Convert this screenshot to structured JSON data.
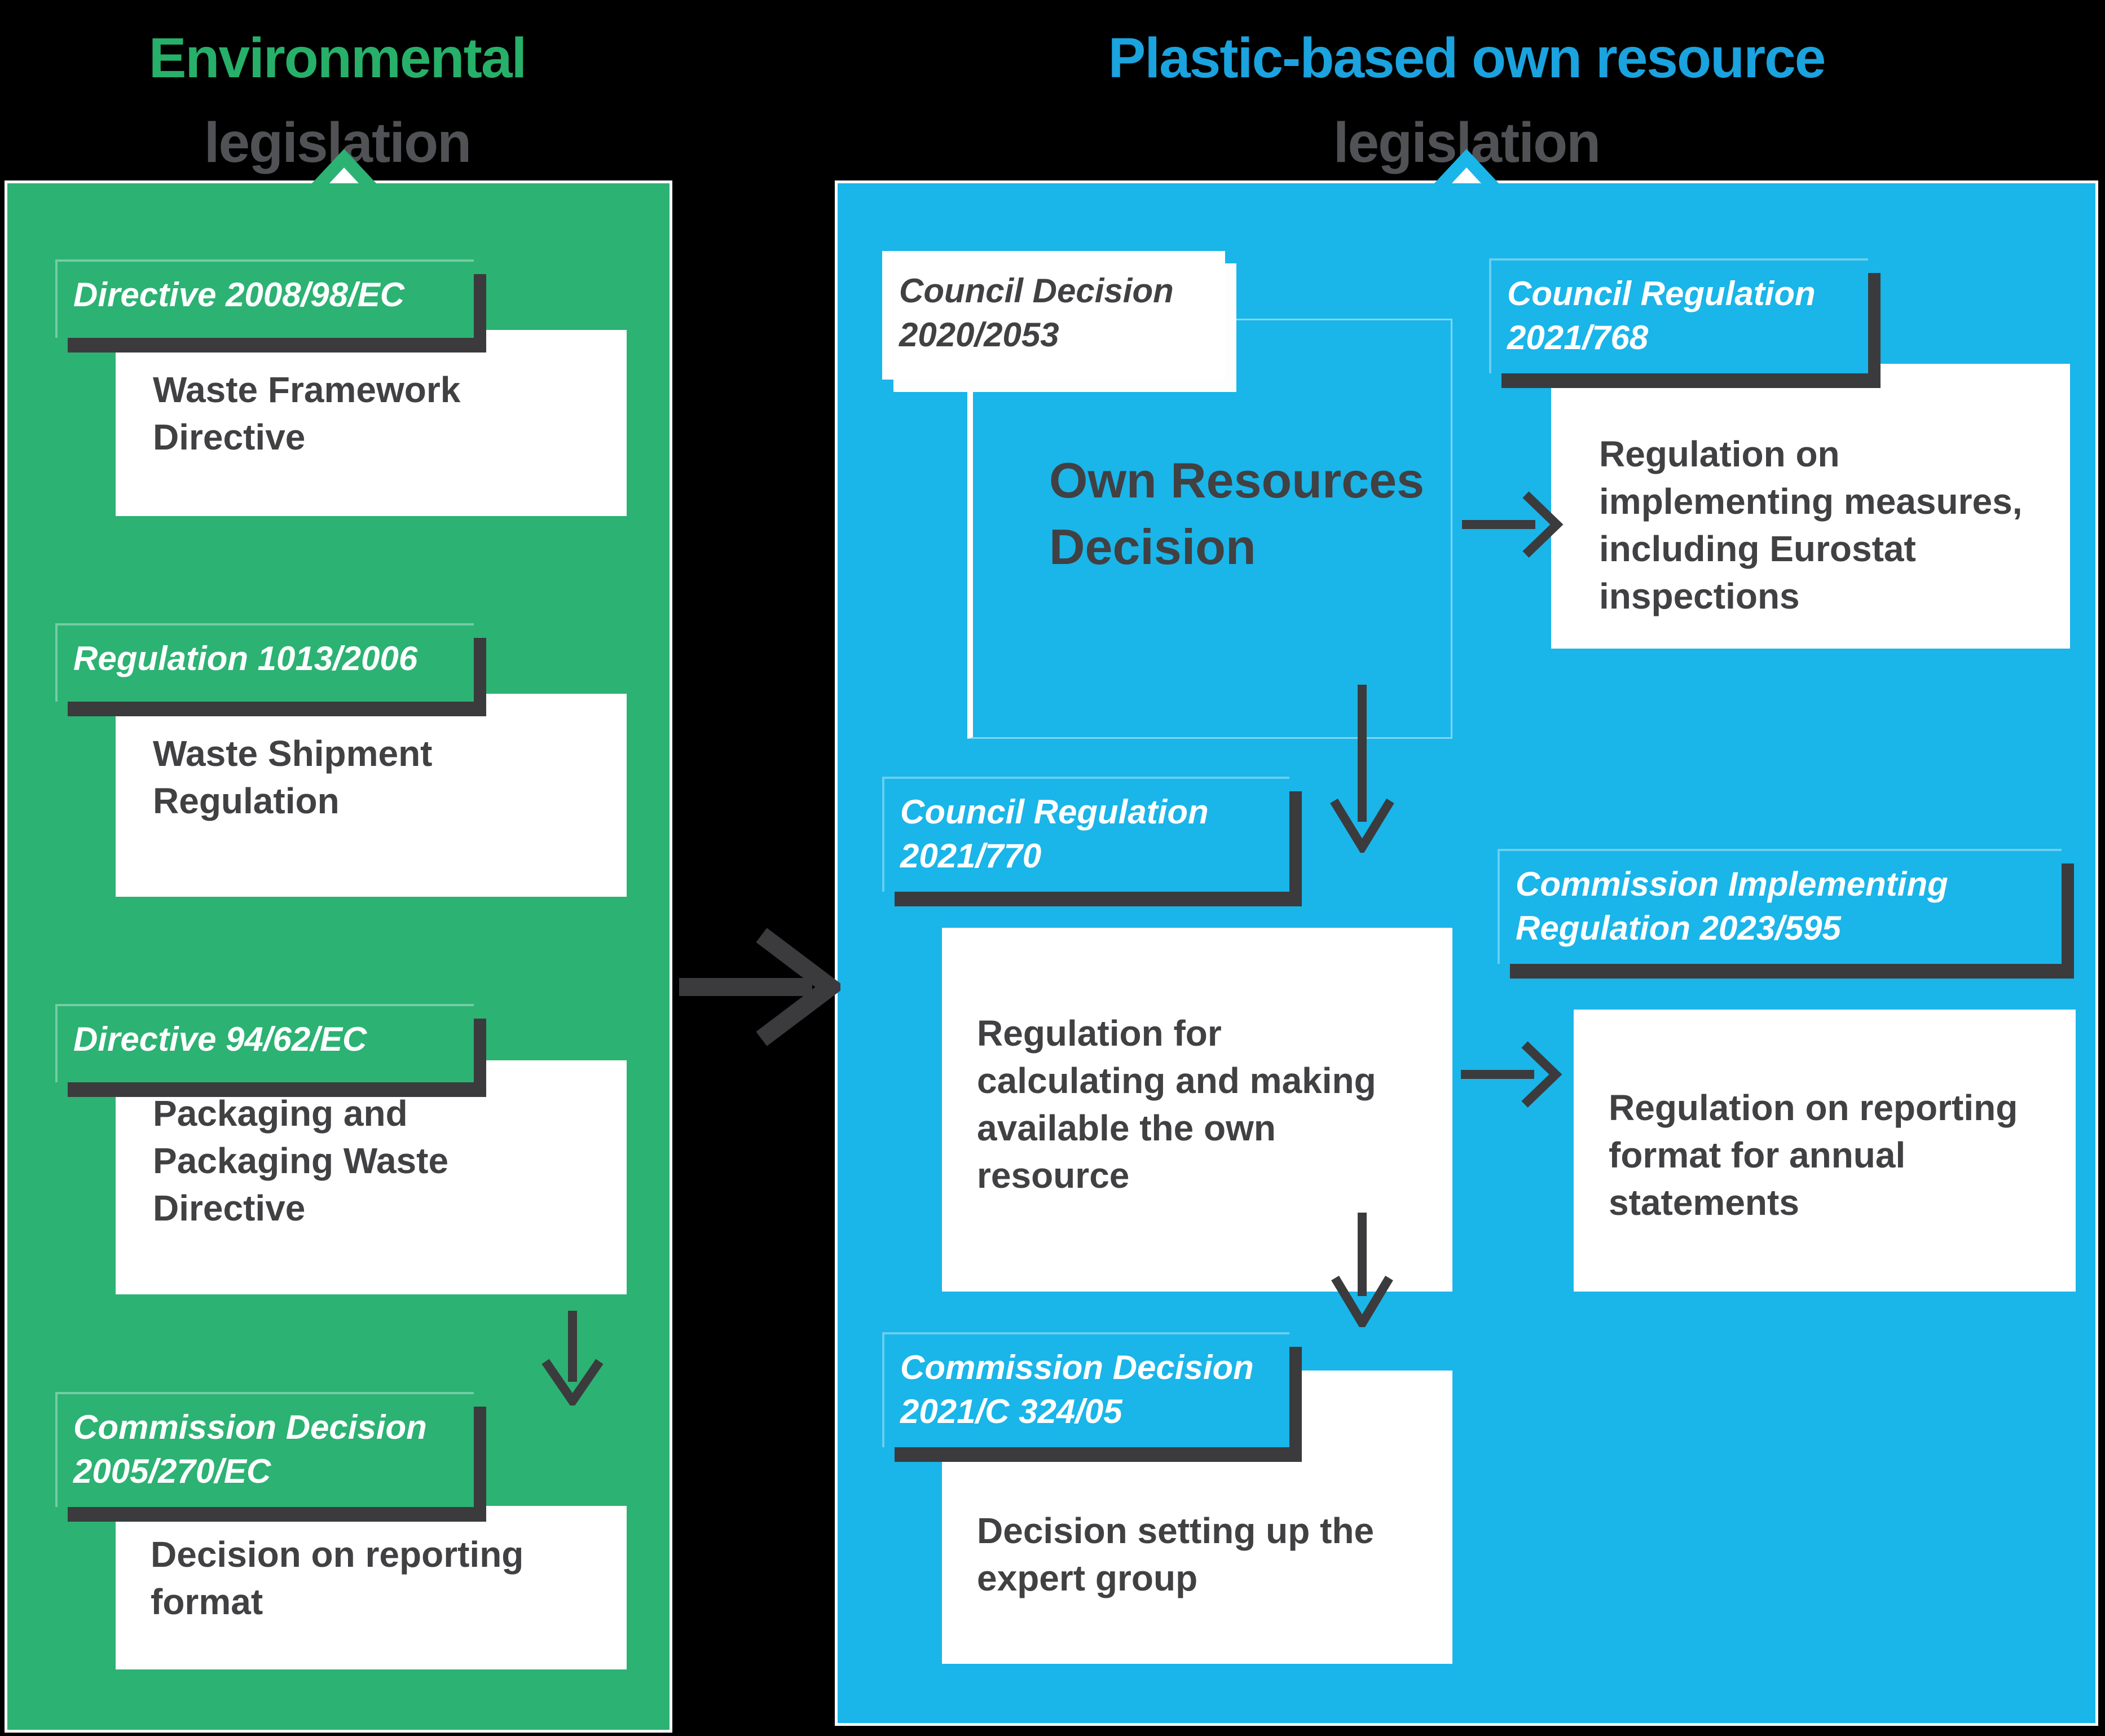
{
  "titles": {
    "left": {
      "line1": "Environmental",
      "line2": "legislation"
    },
    "right": {
      "line1": "Plastic-based own resource",
      "line2": "legislation"
    }
  },
  "colors": {
    "green_panel": "#2cb273",
    "green_title": "#27b069",
    "blue_panel": "#1ab5e9",
    "blue_title": "#1aa3de",
    "gray_title": "#515256",
    "shadow_and_arrows": "#3b3b3d",
    "body_text": "#414042",
    "white": "#ffffff"
  },
  "environmental": {
    "rows": [
      {
        "label": "Directive 2008/98/EC",
        "body": "Waste Framework\nDirective"
      },
      {
        "label": "Regulation 1013/2006",
        "body": "Waste Shipment\nRegulation"
      },
      {
        "label": "Directive 94/62/EC",
        "body": "Packaging and\nPackaging Waste\nDirective"
      },
      {
        "label": "Commission Decision\n2005/270/EC",
        "body": "Decision on reporting\nformat"
      }
    ]
  },
  "plastic": {
    "own_resources": {
      "label": "Council Decision\n2020/2053",
      "body": "Own Resources\nDecision"
    },
    "reg_768": {
      "label": "Council Regulation\n2021/768",
      "body": "Regulation on\nimplementing measures,\nincluding Eurostat\ninspections"
    },
    "reg_770": {
      "label": "Council Regulation\n2021/770",
      "body": "Regulation for\ncalculating and making\navailable the own\nresource"
    },
    "reg_595": {
      "label": "Commission Implementing\nRegulation 2023/595",
      "body": "Regulation on reporting\nformat for annual\nstatements"
    },
    "decision_324": {
      "label": "Commission Decision\n2021/C 324/05",
      "body": "Decision setting up the\nexpert group"
    }
  },
  "icons": {
    "flow_right": "arrow-right-icon",
    "flow_down": "arrow-down-icon",
    "panel_pointer": "triangle-up-icon"
  }
}
